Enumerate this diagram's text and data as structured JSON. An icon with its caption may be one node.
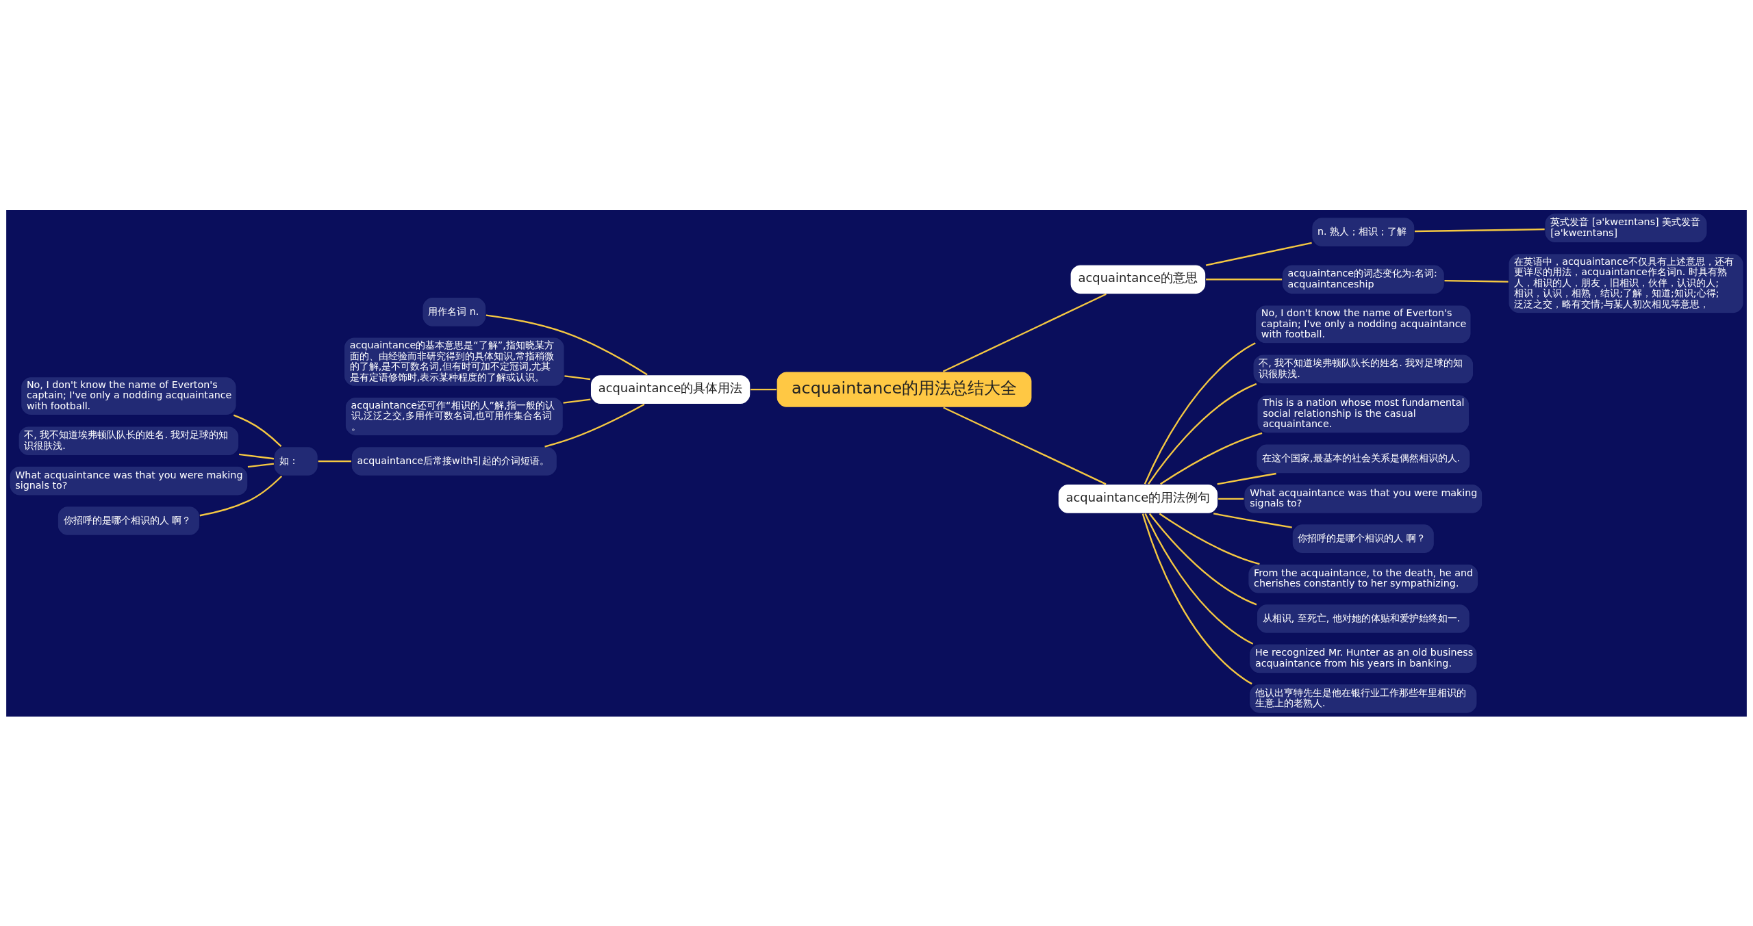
{
  "diagram": {
    "nodes": [
      {
        "text": [
          "acquaintance的用法总结大全"
        ]
      },
      {
        "text": [
          "acquaintance的意思"
        ]
      },
      {
        "text": [
          "n. 熟人；相识；了解"
        ]
      },
      {
        "text": [
          "英式发音 [ə'kweɪntəns] 美式发音 [ə'kweɪntəns]"
        ]
      },
      {
        "text": [
          "acquaintance的词态变化为:名词: acquaintanceship"
        ]
      },
      {
        "text": [
          "在英语中，acquaintance不仅具有上述意思，还有更详尽的用法，acquaintance作名词n. 时具有熟人，相识的人，朋友，旧相识，伙伴，认识的人;相识，认识，相熟，结识;了解，知道;知识;心得;泛泛之交，略有交情;与某人初次相见等意思，"
        ]
      },
      {
        "text": [
          "acquaintance的用法例句"
        ]
      },
      {
        "text": [
          "No, I don't know the name of Everton's captain; I've only a nodding acquaintance with football."
        ]
      },
      {
        "text": [
          "不, 我不知道埃弗顿队队长的姓名. 我对足球的知识很肤浅."
        ]
      },
      {
        "text": [
          "This is a nation whose most fundamental social relationship is the casual acquaintance."
        ]
      },
      {
        "text": [
          "在这个国家,最基本的社会关系是偶然相识的人."
        ]
      },
      {
        "text": [
          "What acquaintance was that you were making signals to?"
        ]
      },
      {
        "text": [
          "你招呼的是哪个相识的人 啊？"
        ]
      },
      {
        "text": [
          "From the acquaintance, to the death, he and cherishes constantly to her sympathizing."
        ]
      },
      {
        "text": [
          "从相识, 至死亡, 他对她的体贴和爱护始终如一."
        ]
      },
      {
        "text": [
          "He recognized Mr. Hunter as an old business acquaintance from his years in banking."
        ]
      },
      {
        "text": [
          "他认出亨特先生是他在银行业工作那些年里相识的生意上的老熟人."
        ]
      },
      {
        "text": [
          "acquaintance的具体用法"
        ]
      },
      {
        "text": [
          "用作名词 n."
        ]
      },
      {
        "text": [
          "acquaintance的基本意思是“了解”,指知晓某方面的、由经验而非研究得到的具体知识,常指稍微的了解,是不可数名词,但有时可加不定冠词,尤其是有定语修饰时,表示某种程度的了解或认识。"
        ]
      },
      {
        "text": [
          "acquaintance还可作“相识的人”解,指一般的认识,泛泛之交,多用作可数名词,也可用作集合名词。"
        ]
      },
      {
        "text": [
          "acquaintance后常接with引起的介词短语。"
        ]
      },
      {
        "text": [
          "如："
        ]
      },
      {
        "text": [
          "No, I don't know the name of Everton's captain; I've only a nodding acquaintance with football."
        ]
      },
      {
        "text": [
          "不, 我不知道埃弗顿队队长的姓名. 我对足球的知识很肤浅."
        ]
      },
      {
        "text": [
          "What acquaintance was that you were making signals to?"
        ]
      },
      {
        "text": [
          "你招呼的是哪个相识的人 啊？"
        ]
      }
    ],
    "edges": [
      {
        "from": 0,
        "to": 1,
        "arrow": "none"
      },
      {
        "from": 1,
        "to": 2,
        "arrow": "none"
      },
      {
        "from": 2,
        "to": 3,
        "arrow": "none"
      },
      {
        "from": 1,
        "to": 4,
        "arrow": "none"
      },
      {
        "from": 4,
        "to": 5,
        "arrow": "none"
      },
      {
        "from": 0,
        "to": 6,
        "arrow": "none"
      },
      {
        "from": 6,
        "to": 7,
        "arrow": "none"
      },
      {
        "from": 6,
        "to": 8,
        "arrow": "none"
      },
      {
        "from": 6,
        "to": 9,
        "arrow": "none"
      },
      {
        "from": 6,
        "to": 10,
        "arrow": "none"
      },
      {
        "from": 6,
        "to": 11,
        "arrow": "none"
      },
      {
        "from": 6,
        "to": 12,
        "arrow": "none"
      },
      {
        "from": 6,
        "to": 13,
        "arrow": "none"
      },
      {
        "from": 6,
        "to": 14,
        "arrow": "none"
      },
      {
        "from": 6,
        "to": 15,
        "arrow": "none"
      },
      {
        "from": 6,
        "to": 16,
        "arrow": "none"
      },
      {
        "from": 17,
        "to": 0,
        "arrow": "none"
      },
      {
        "from": 18,
        "to": 17,
        "arrow": "none"
      },
      {
        "from": 19,
        "to": 17,
        "arrow": "none"
      },
      {
        "from": 20,
        "to": 17,
        "arrow": "none"
      },
      {
        "from": 21,
        "to": 17,
        "arrow": "none"
      },
      {
        "from": 22,
        "to": 21,
        "arrow": "none"
      },
      {
        "from": 23,
        "to": 22,
        "arrow": "none"
      },
      {
        "from": 24,
        "to": 22,
        "arrow": "none"
      },
      {
        "from": 25,
        "to": 22,
        "arrow": "none"
      },
      {
        "from": 26,
        "to": 22,
        "arrow": "none"
      }
    ]
  }
}
